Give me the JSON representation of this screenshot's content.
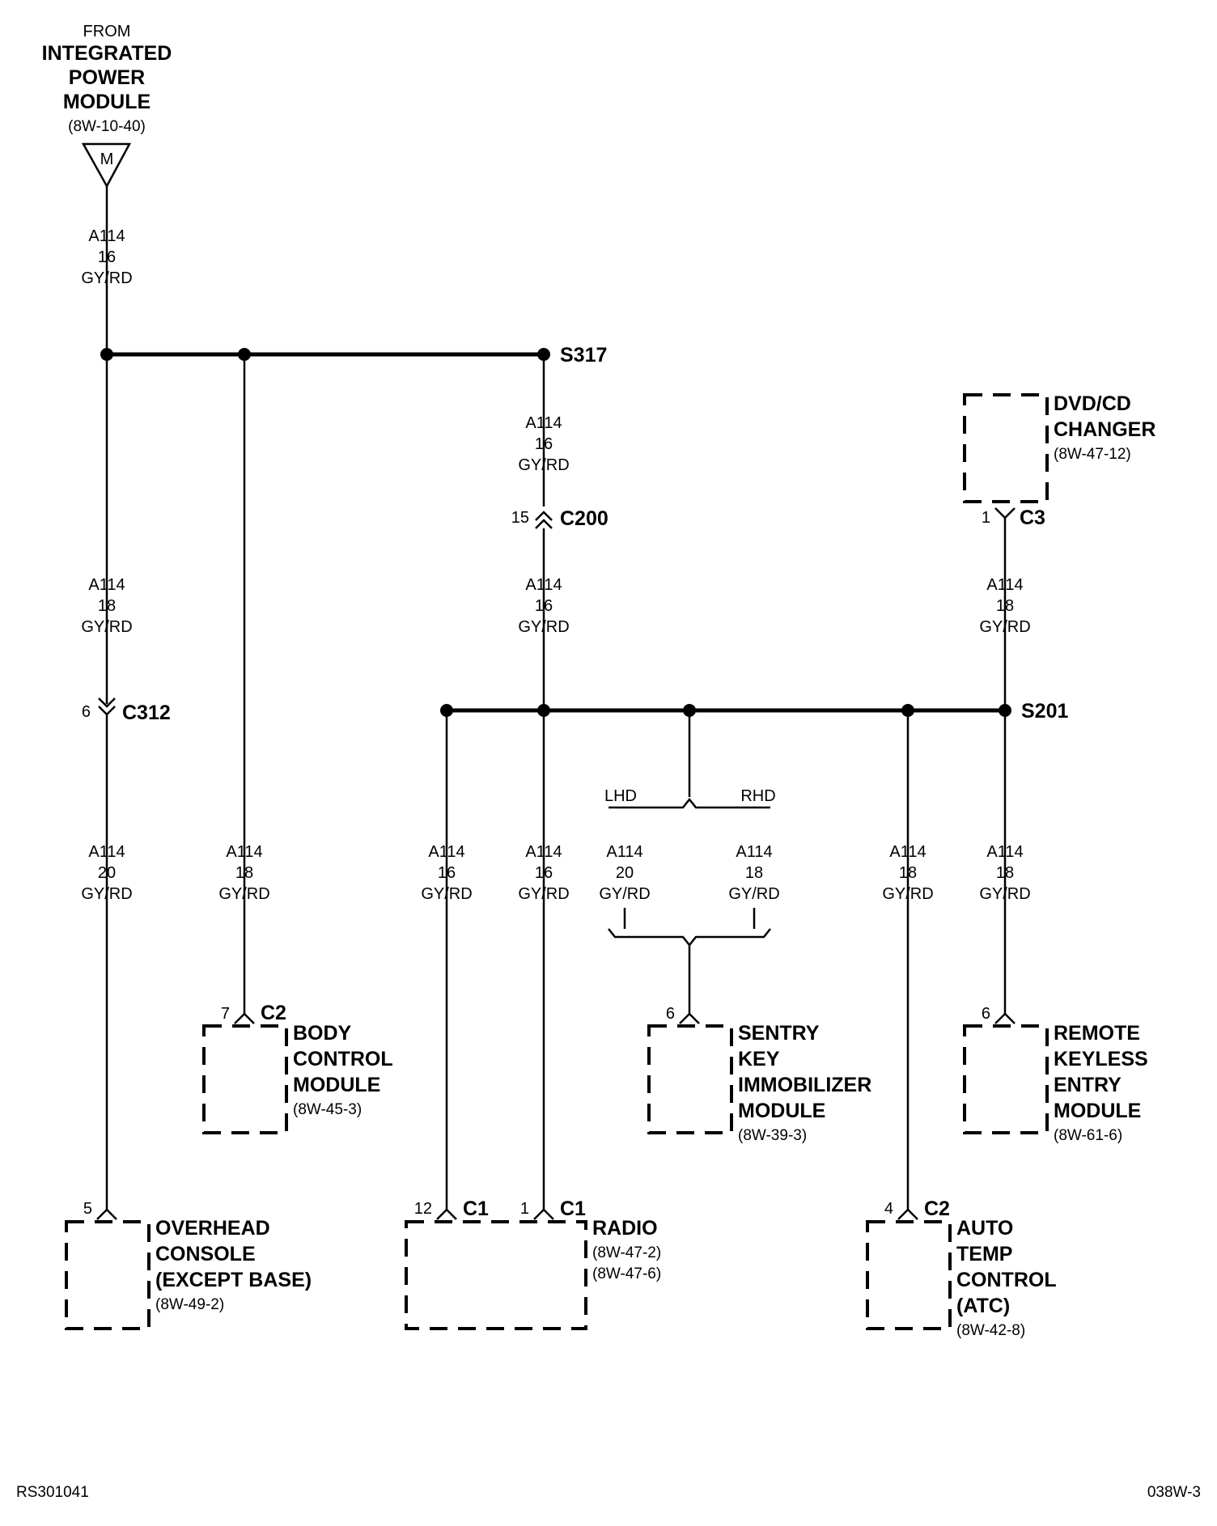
{
  "source": {
    "from": "FROM",
    "title_lines": [
      "INTEGRATED",
      "POWER",
      "MODULE"
    ],
    "ref": "(8W-10-40)",
    "symbol": "M"
  },
  "splices": {
    "s317": "S317",
    "s201": "S201"
  },
  "wires": {
    "w1": [
      "A114",
      "16",
      "GY/RD"
    ],
    "w_s317": [
      "A114",
      "16",
      "GY/RD"
    ],
    "w_c200": [
      "A114",
      "16",
      "GY/RD"
    ],
    "w_dvd": [
      "A114",
      "18",
      "GY/RD"
    ],
    "w_left": [
      "A114",
      "18",
      "GY/RD"
    ],
    "w_overhead": [
      "A114",
      "20",
      "GY/RD"
    ],
    "w_bcm": [
      "A114",
      "18",
      "GY/RD"
    ],
    "w_radio12": [
      "A114",
      "16",
      "GY/RD"
    ],
    "w_radio1": [
      "A114",
      "16",
      "GY/RD"
    ],
    "w_skim_lhd": [
      "A114",
      "20",
      "GY/RD"
    ],
    "w_skim_rhd": [
      "A114",
      "18",
      "GY/RD"
    ],
    "w_atc": [
      "A114",
      "18",
      "GY/RD"
    ],
    "w_rke": [
      "A114",
      "18",
      "GY/RD"
    ]
  },
  "inline_connectors": {
    "c312": {
      "pin": "6",
      "name": "C312"
    },
    "c200": {
      "pin": "15",
      "name": "C200"
    }
  },
  "variants": {
    "lhd": "LHD",
    "rhd": "RHD"
  },
  "components": {
    "dvd": {
      "lines": [
        "DVD/CD",
        "CHANGER"
      ],
      "refs": [
        "(8W-47-12)"
      ],
      "pin": "1",
      "conn": "C3"
    },
    "bcm": {
      "lines": [
        "BODY",
        "CONTROL",
        "MODULE"
      ],
      "refs": [
        "(8W-45-3)"
      ],
      "pin": "7",
      "conn": "C2"
    },
    "skim": {
      "lines": [
        "SENTRY",
        "KEY",
        "IMMOBILIZER",
        "MODULE"
      ],
      "refs": [
        "(8W-39-3)"
      ],
      "pin": "6",
      "conn": ""
    },
    "rke": {
      "lines": [
        "REMOTE",
        "KEYLESS",
        "ENTRY",
        "MODULE"
      ],
      "refs": [
        "(8W-61-6)"
      ],
      "pin": "6",
      "conn": ""
    },
    "overhead": {
      "lines": [
        "OVERHEAD",
        "CONSOLE",
        "(EXCEPT BASE)"
      ],
      "refs": [
        "(8W-49-2)"
      ],
      "pin": "5",
      "conn": ""
    },
    "radio": {
      "lines": [
        "RADIO"
      ],
      "refs": [
        "(8W-47-2)",
        "(8W-47-6)"
      ],
      "pin_a": "12",
      "conn_a": "C1",
      "pin_b": "1",
      "conn_b": "C1"
    },
    "atc": {
      "lines": [
        "AUTO",
        "TEMP",
        "CONTROL",
        "(ATC)"
      ],
      "refs": [
        "(8W-42-8)"
      ],
      "pin": "4",
      "conn": "C2"
    }
  },
  "footer": {
    "left": "RS301041",
    "right": "038W-3"
  }
}
